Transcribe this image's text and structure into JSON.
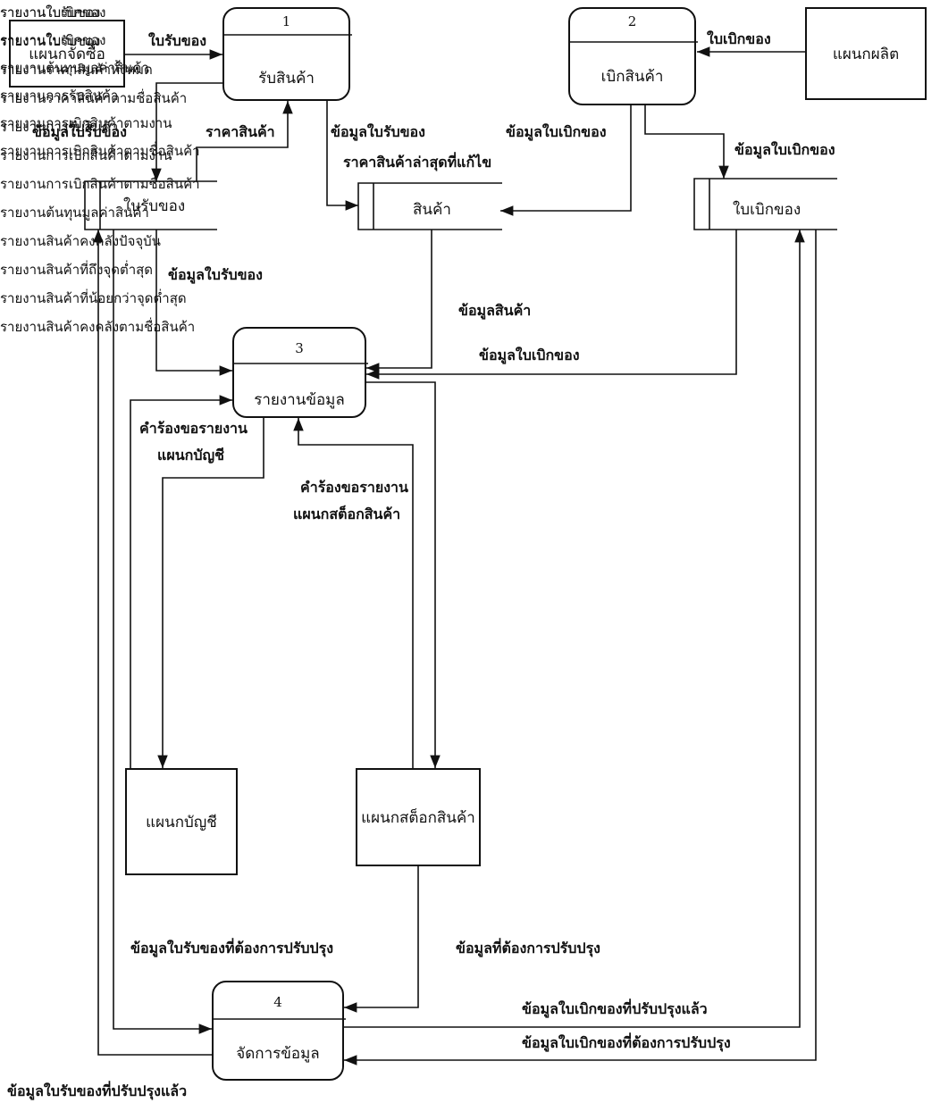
{
  "entities": {
    "purchasing": "แผนกจัดซื้อ",
    "production": "แผนกผลิต",
    "accounting": "แผนกบัญชี",
    "stock": "แผนกสต็อกสินค้า"
  },
  "processes": [
    {
      "number": "1",
      "name": "รับสินค้า"
    },
    {
      "number": "2",
      "name": "เบิกสินค้า"
    },
    {
      "number": "3",
      "name": "รายงานข้อมูล"
    },
    {
      "number": "4",
      "name": "จัดการข้อมูล"
    }
  ],
  "stores": {
    "receipt": "ใบรับของ",
    "product": "สินค้า",
    "requisition": "ใบเบิกของ"
  },
  "flows": {
    "receipt_doc": "ใบรับของ",
    "requisition_doc": "ใบเบิกของ",
    "receipt_data_left": "ข้อมูลใบรับของ",
    "product_price": "ราคาสินค้า",
    "receipt_data_center": "ข้อมูลใบรับของ",
    "latest_price_edit": "ราคาสินค้าล่าสุดที่แก้ไข",
    "requisition_data_center": "ข้อมูลใบเบิกของ",
    "requisition_data_right": "ข้อมูลใบเบิกของ",
    "receipt_data_to_report": "ข้อมูลใบรับของ",
    "product_data": "ข้อมูลสินค้า",
    "requisition_data_to_report": "ข้อมูลใบเบิกของ",
    "acct_request_1": "คำร้องขอรายงาน",
    "acct_request_2": "แผนกบัญชี",
    "stock_request_1": "คำร้องขอรายงาน",
    "stock_request_2": "แผนกสต็อกสินค้า",
    "receipt_update_request": "ข้อมูลใบรับของที่ต้องการปรับปรุง",
    "data_update_request": "ข้อมูลที่ต้องการปรับปรุง",
    "requisition_updated": "ข้อมูลใบเบิกของที่ปรับปรุงแล้ว",
    "requisition_update_request": "ข้อมูลใบเบิกของที่ต้องการปรับปรุง",
    "receipt_updated": "ข้อมูลใบรับของที่ปรับปรุงแล้ว"
  },
  "accounting_reports": [
    "รายงานใบรับของ",
    "รายงานใบเบิกของ",
    "รายงานต้นทุนมูลค่าสินค้า",
    "รายงานการรับสินค้า",
    "รายงานการเบิกสินค้าตามงาน",
    "รายงานการเบิกสินค้าตามชื่อสินค้า"
  ],
  "stock_reports": [
    "รายงานใบเบิกของ",
    "รายงานใบรับของ",
    "รายงานราคาสินค้าทั้งหมด",
    "รายงานราคาสินค้าตามชื่อสินค้า",
    "รายงานการรับสินค้า",
    "รายงานการเบิกสินค้าตามงาน",
    "รายงานการเบิกสินค้าตามชื่อสินค้า",
    "รายงานต้นทุนมูลค่าสินค้า",
    "รายงานสินค้าคงคลังปัจจุบัน",
    "รายงานสินค้าที่ถึงจุดต่ำสุด",
    "รายงานสินค้าที่น้อยกว่าจุดต่ำสุด",
    "รายงานสินค้าคงคลังตามชื่อสินค้า"
  ]
}
